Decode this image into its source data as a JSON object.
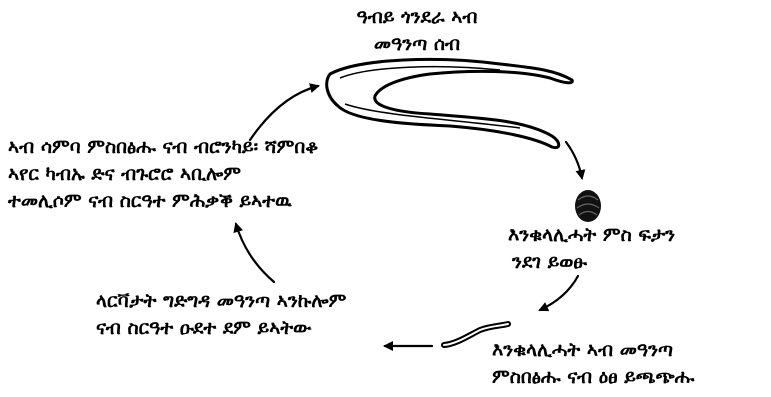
{
  "diagram": {
    "labels": {
      "adult_worm": [
        "ዓብይ ጎንደራ ኣብ",
        "መዓንጣ ሰብ"
      ],
      "egg": [
        "እንቁላሊሓት ምስ ፍታን",
        "ንደገ ይወፁ"
      ],
      "larva_hatch": [
        "እንቁላሊሓት ኣብ መዓንጣ",
        "ምስበፅሑ ናብ ዕፀ ይጫጭሑ"
      ],
      "larva_blood": [
        "ላርቫታት ግድግዳ መዓንጣ ኣንኩሎም",
        "ናብ ስርዓተ ዑደተ ደም ይኣትው"
      ],
      "lungs": [
        "ኣብ ሳምባ ምስበፅሑ ናብ ብሮንካይ፡ ሻምበቆ",
        "ኣየር ካብኡ ድና ብጉሮሮ ኣቢሎም",
        "ተመሊሶም ናብ ስርዓተ ምሕቃቕ ይኣተዉ"
      ]
    },
    "colors": {
      "ink": "#000000",
      "background": "#ffffff",
      "worm_fill": "#ffffff"
    }
  }
}
